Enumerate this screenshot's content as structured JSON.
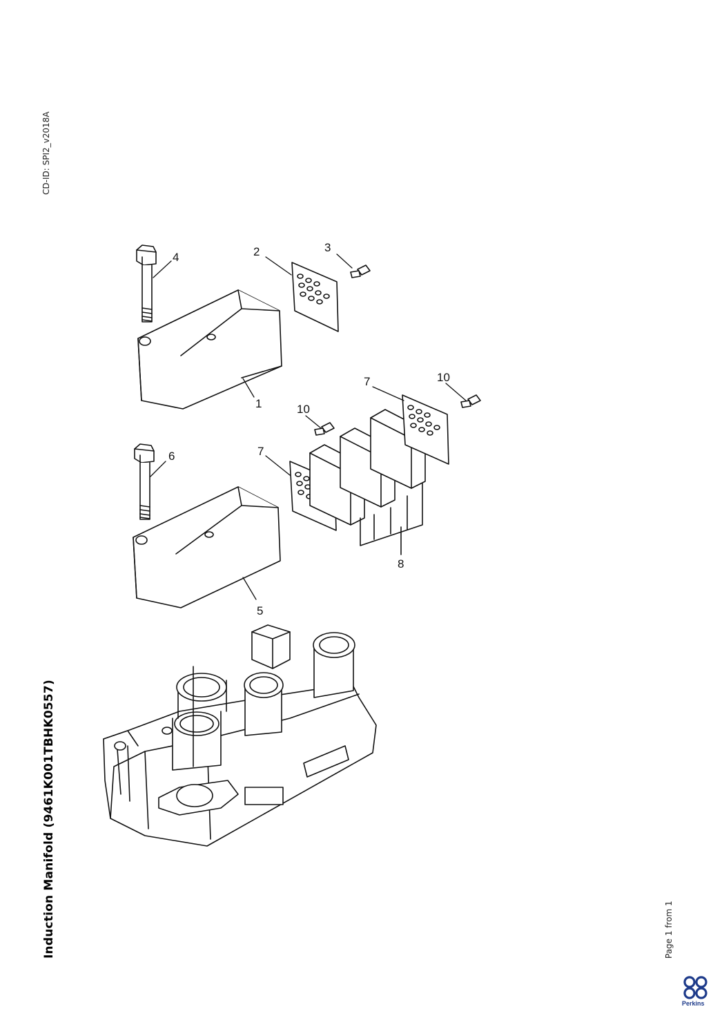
{
  "document": {
    "cd_id": "CD-ID: SPI2_v2018A",
    "title": "Induction Manifold (9461K001TBHK0557)",
    "page_label": "Page 1 from 1"
  },
  "callouts": [
    "1",
    "2",
    "3",
    "4",
    "5",
    "6",
    "7",
    "7",
    "8",
    "10",
    "10"
  ],
  "brand": {
    "logo_text": "Perkins",
    "logo_color": "#1d3a8a"
  }
}
